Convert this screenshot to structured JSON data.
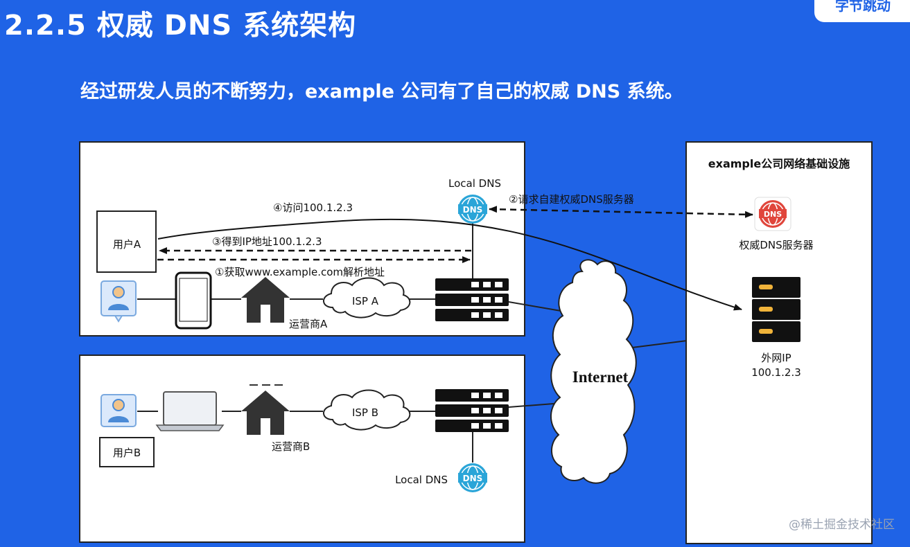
{
  "slide": {
    "title": "2.2.5 权威 DNS 系统架构",
    "subtitle": "经过研发人员的不断努力，example 公司有了自己的权威 DNS 系统。",
    "logo_text": "字节跳动"
  },
  "diagram": {
    "infra_title": "example公司网络基础设施",
    "user_a": "用户A",
    "user_b": "用户B",
    "isp_a": "ISP A",
    "isp_b": "ISP B",
    "carrier_a": "运营商A",
    "carrier_b": "运营商B",
    "local_dns_a": "Local DNS",
    "local_dns_b": "Local DNS",
    "auth_dns": "权威DNS服务器",
    "public_ip_label": "外网IP",
    "public_ip": "100.1.2.3",
    "internet": "Internet",
    "dns_icon_text": "DNS",
    "steps": [
      {
        "num": "①",
        "text": "获取www.example.com解析地址"
      },
      {
        "num": "②",
        "text": "请求自建权威DNS服务器"
      },
      {
        "num": "③",
        "text": "得到IP地址100.1.2.3"
      },
      {
        "num": "④",
        "text": "访问100.1.2.3"
      }
    ]
  },
  "watermark": "@稀土掘金技术社区",
  "colors": {
    "background": "#1f63e6",
    "dns_local": "#2aa5d8",
    "dns_auth": "#e0463c",
    "server_led": "#f0b33a"
  }
}
